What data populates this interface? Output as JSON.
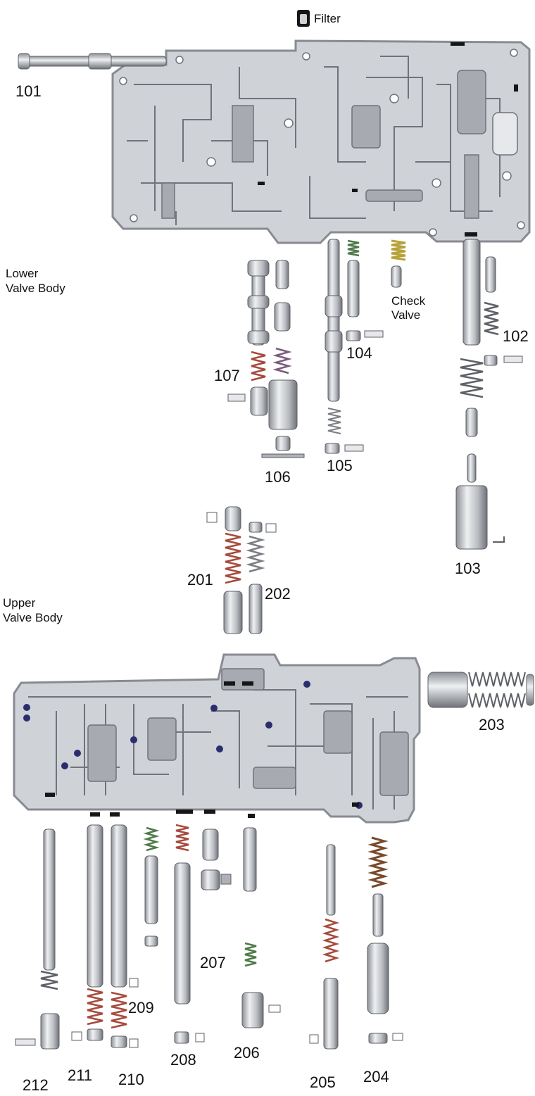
{
  "filter": {
    "label": "Filter"
  },
  "sections": {
    "lower": [
      "Lower",
      "Valve Body"
    ],
    "upper": [
      "Upper",
      "Valve Body"
    ]
  },
  "callouts": {
    "c101": "101",
    "c102": "102",
    "c103": "103",
    "c104": "104",
    "c105": "105",
    "c106": "106",
    "c107": "107",
    "check": [
      "Check",
      "Valve"
    ],
    "c201": "201",
    "c202": "202",
    "c203": "203",
    "c204": "204",
    "c205": "205",
    "c206": "206",
    "c207": "207",
    "c208": "208",
    "c209": "209",
    "c210": "210",
    "c211": "211",
    "c212": "212"
  },
  "colors": {
    "plate": "#cfd2d7",
    "plate_edge": "#888b92",
    "channel": "#a7aab1",
    "channel_edge": "#70737a",
    "metal_light": "#e6e8eb",
    "metal": "#aeb1b6",
    "metal_dark": "#5d6066",
    "spring_red": "#a64a3c",
    "spring_green": "#4f7a4a",
    "spring_yellow": "#b7a13a",
    "spring_gray": "#7a7d82",
    "check_ball": "#2b2d6e",
    "block": "#161616"
  }
}
